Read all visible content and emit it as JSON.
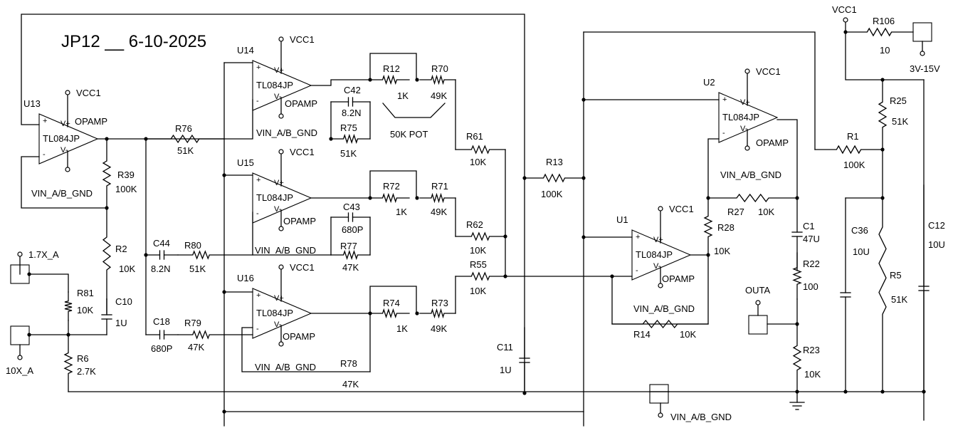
{
  "title": "JP12 __ 6-10-2025",
  "opamps": [
    {
      "ref": "U13",
      "type": "TL084JP",
      "vcc": "VCC1",
      "role": "OPAMP",
      "gnd": "VIN_A/B_GND",
      "vp": "V+",
      "vm": "V-"
    },
    {
      "ref": "U14",
      "type": "TL084JP",
      "vcc": "VCC1",
      "role": "OPAMP",
      "gnd": "VIN_A/B_GND",
      "vp": "V+",
      "vm": "V-"
    },
    {
      "ref": "U15",
      "type": "TL084JP",
      "vcc": "VCC1",
      "role": "OPAMP",
      "gnd": "VIN_A/B_GND",
      "vp": "V+",
      "vm": "V-"
    },
    {
      "ref": "U16",
      "type": "TL084JP",
      "vcc": "VCC1",
      "role": "OPAMP",
      "gnd": "VIN_A/B_GND",
      "vp": "V+",
      "vm": "V-"
    },
    {
      "ref": "U1",
      "type": "TL084JP",
      "vcc": "VCC1",
      "role": "OPAMP",
      "gnd": "VIN_A/B_GND",
      "vp": "V+",
      "vm": "V-"
    },
    {
      "ref": "U2",
      "type": "TL084JP",
      "vcc": "VCC1",
      "role": "OPAMP",
      "gnd": "VIN_A/B_GND",
      "vp": "V+",
      "vm": "V-"
    }
  ],
  "parts": {
    "R76": {
      "ref": "R76",
      "val": "51K"
    },
    "R39": {
      "ref": "R39",
      "val": "100K"
    },
    "R2": {
      "ref": "R2",
      "val": "10K"
    },
    "R81": {
      "ref": "R81",
      "val": "10K"
    },
    "R6": {
      "ref": "R6",
      "val": "2.7K"
    },
    "C10": {
      "ref": "C10",
      "val": "1U"
    },
    "R12": {
      "ref": "R12",
      "val": "1K"
    },
    "R70": {
      "ref": "R70",
      "val": "49K"
    },
    "C42": {
      "ref": "C42",
      "val": "8.2N"
    },
    "R75": {
      "ref": "R75",
      "val": "51K"
    },
    "R61": {
      "ref": "R61",
      "val": "10K"
    },
    "R72": {
      "ref": "R72",
      "val": "1K"
    },
    "R71": {
      "ref": "R71",
      "val": "49K"
    },
    "C43": {
      "ref": "C43",
      "val": "680P"
    },
    "R77": {
      "ref": "R77",
      "val": "47K"
    },
    "R62": {
      "ref": "R62",
      "val": "10K"
    },
    "C44": {
      "ref": "C44",
      "val": "8.2N"
    },
    "R80": {
      "ref": "R80",
      "val": "51K"
    },
    "C18": {
      "ref": "C18",
      "val": "680P"
    },
    "R79": {
      "ref": "R79",
      "val": "47K"
    },
    "R74": {
      "ref": "R74",
      "val": "1K"
    },
    "R73": {
      "ref": "R73",
      "val": "49K"
    },
    "R78": {
      "ref": "R78",
      "val": "47K"
    },
    "R55": {
      "ref": "R55",
      "val": "10K"
    },
    "C11": {
      "ref": "C11",
      "val": "1U"
    },
    "R13": {
      "ref": "R13",
      "val": "100K"
    },
    "R28": {
      "ref": "R28",
      "val": "10K"
    },
    "R14": {
      "ref": "R14",
      "val": "10K"
    },
    "R27": {
      "ref": "R27",
      "val": "10K"
    },
    "C1": {
      "ref": "C1",
      "val": "47U"
    },
    "R22": {
      "ref": "R22",
      "val": "100"
    },
    "R23": {
      "ref": "R23",
      "val": "10K"
    },
    "R1": {
      "ref": "R1",
      "val": "100K"
    },
    "R25": {
      "ref": "R25",
      "val": "51K"
    },
    "R5": {
      "ref": "R5",
      "val": "51K"
    },
    "C36": {
      "ref": "C36",
      "val": "10U"
    },
    "C12": {
      "ref": "C12",
      "val": "10U"
    },
    "R106": {
      "ref": "R106",
      "val": "10"
    }
  },
  "labels": {
    "pot": "50K POT",
    "vcc_top": "VCC1",
    "supply": "3V-15V",
    "in1": "1.7X_A",
    "in2": "10X_A",
    "out": "OUTA",
    "gnd_conn": "VIN_A/B_GND"
  }
}
